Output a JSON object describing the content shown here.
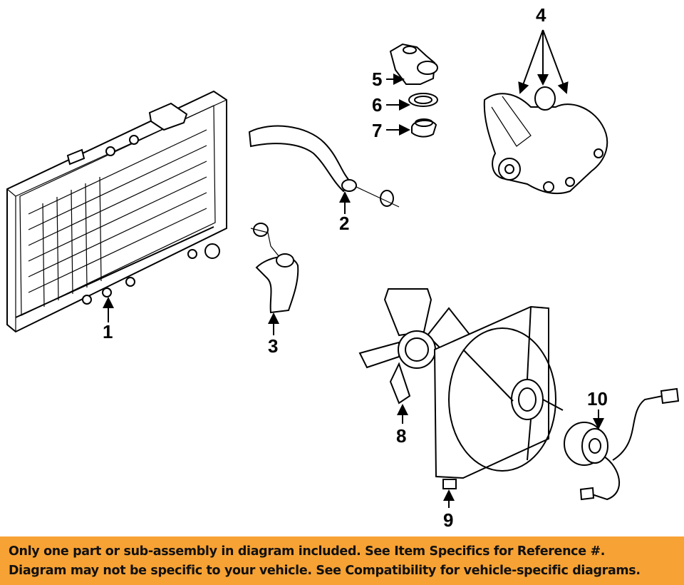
{
  "callouts": [
    "1",
    "2",
    "3",
    "4",
    "5",
    "6",
    "7",
    "8",
    "9",
    "10"
  ],
  "banner": {
    "line1": "Only one part or sub-assembly in diagram included. See Item Specifics for Reference #.",
    "line2": "Diagram may not be specific to your vehicle. See Compatibility for vehicle-specific diagrams.",
    "color": "#f7a234"
  }
}
